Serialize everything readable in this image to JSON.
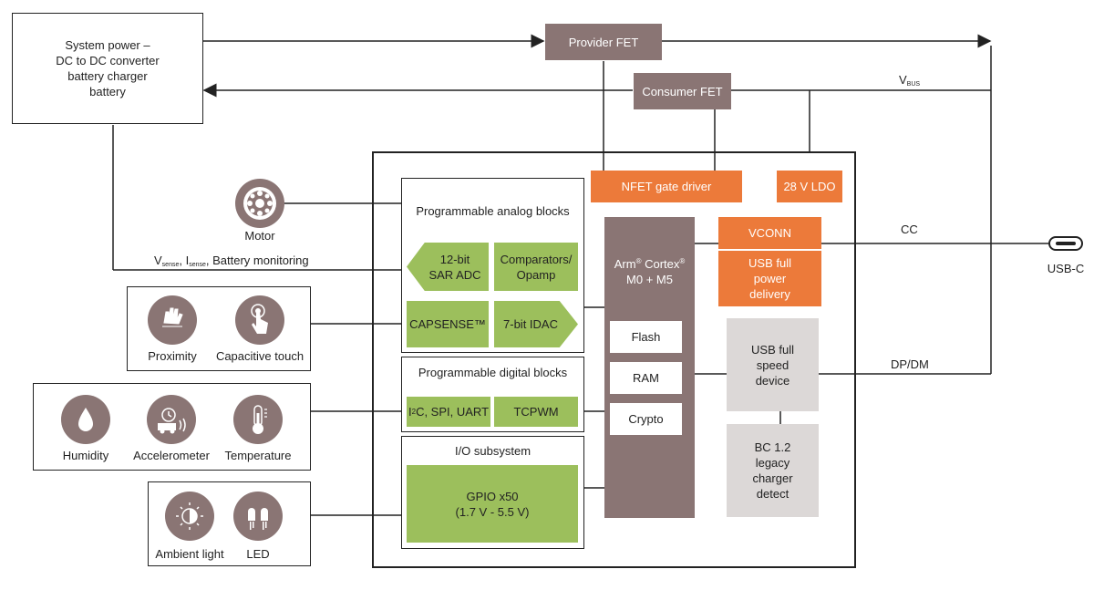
{
  "system_power": {
    "line1": "System power –",
    "line2": "DC to DC converter",
    "line3": "battery charger",
    "line4": "battery"
  },
  "provider_fet": "Provider FET",
  "consumer_fet": "Consumer FET",
  "vbus": {
    "main": "V",
    "sub": "BUS"
  },
  "motor": {
    "label": "Motor",
    "icon": "motor-icon"
  },
  "sense_label": {
    "v": "V",
    "v_sub": "sense",
    "i": ", I",
    "i_sub": "sense",
    "rest": ", Battery monitoring"
  },
  "sensors_group1": [
    {
      "label": "Proximity",
      "icon": "hand-icon"
    },
    {
      "label": "Capacitive touch",
      "icon": "touch-icon"
    }
  ],
  "sensors_group2": [
    {
      "label": "Humidity",
      "icon": "droplet-icon"
    },
    {
      "label": "Accelerometer",
      "icon": "accelerometer-icon"
    },
    {
      "label": "Temperature",
      "icon": "thermometer-icon"
    }
  ],
  "sensors_group3": [
    {
      "label": "Ambient light",
      "icon": "light-icon"
    },
    {
      "label": "LED",
      "icon": "led-icon"
    }
  ],
  "analog": {
    "title": "Programmable analog blocks",
    "sar_line1": "12-bit",
    "sar_line2": "SAR ADC",
    "comp_line1": "Comparators/",
    "comp_line2": "Opamp",
    "capsense": "CAPSENSE™",
    "idac": "7-bit IDAC"
  },
  "digital": {
    "title": "Programmable digital blocks",
    "i2c_pre": "I",
    "i2c_sup": "2",
    "i2c_post": "C, SPI, UART",
    "tcpwm": "TCPWM"
  },
  "io": {
    "title": "I/O subsystem",
    "gpio_line1": "GPIO x50",
    "gpio_line2": "(1.7 V - 5.5 V)"
  },
  "nfet": "NFET gate driver",
  "ldo": "28 V LDO",
  "cpu": {
    "line1_pre": "Arm",
    "line1_sup": "®",
    "line1_post": " Cortex",
    "line1_sup2": "®",
    "line2": "M0 + M5"
  },
  "flash": "Flash",
  "ram": "RAM",
  "crypto": "Crypto",
  "vconn": "VCONN",
  "pd": {
    "line1": "USB full",
    "line2": "power",
    "line3": "delivery"
  },
  "usb_fs": {
    "line1": "USB full",
    "line2": "speed",
    "line3": "device"
  },
  "bc": {
    "line1": "BC 1.2",
    "line2": "legacy",
    "line3": "charger",
    "line4": "detect"
  },
  "cc": "CC",
  "dpdm": "DP/DM",
  "usbc": "USB-C",
  "colors": {
    "brown": "#8a7574",
    "orange": "#ec7a3a",
    "green": "#9cbf5c",
    "grey": "#dcd8d7"
  }
}
